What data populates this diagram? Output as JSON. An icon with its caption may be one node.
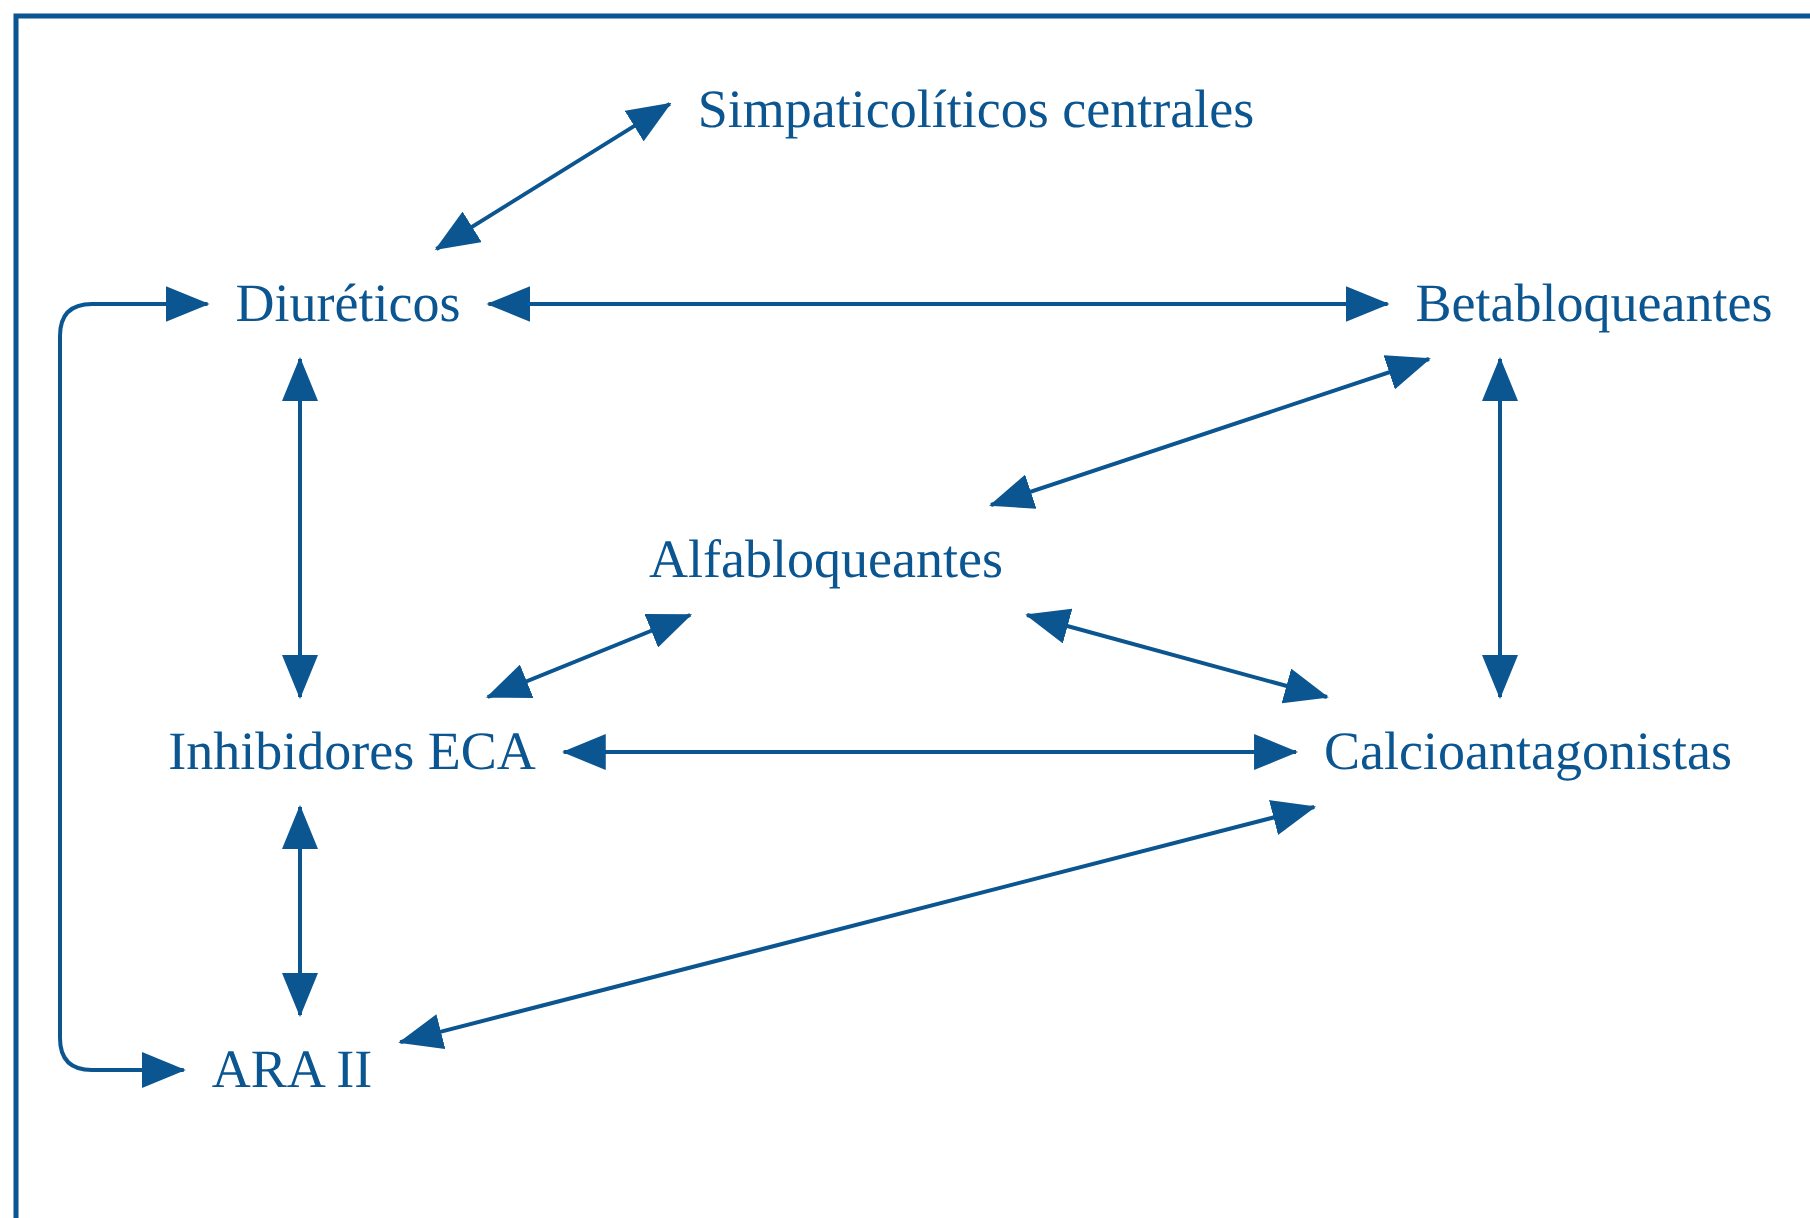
{
  "diagram": {
    "nodes": [
      {
        "text": [
          "Simpaticolíticos centrales"
        ]
      },
      {
        "text": [
          "Diuréticos"
        ]
      },
      {
        "text": [
          "Betabloqueantes"
        ]
      },
      {
        "text": [
          "Alfabloqueantes"
        ]
      },
      {
        "text": [
          "Inhibidores ECA"
        ]
      },
      {
        "text": [
          "Calcioantagonistas"
        ]
      },
      {
        "text": [
          "ARA II"
        ]
      }
    ],
    "edges": [
      {
        "from": 0,
        "to": 1,
        "arrow": "both"
      },
      {
        "from": 1,
        "to": 2,
        "arrow": "both"
      },
      {
        "from": 1,
        "to": 4,
        "arrow": "both"
      },
      {
        "from": 1,
        "to": 6,
        "arrow": "both"
      },
      {
        "from": 2,
        "to": 3,
        "arrow": "both"
      },
      {
        "from": 2,
        "to": 5,
        "arrow": "both"
      },
      {
        "from": 3,
        "to": 4,
        "arrow": "both"
      },
      {
        "from": 3,
        "to": 5,
        "arrow": "both"
      },
      {
        "from": 4,
        "to": 5,
        "arrow": "both"
      },
      {
        "from": 4,
        "to": 6,
        "arrow": "both"
      },
      {
        "from": 6,
        "to": 5,
        "arrow": "both"
      }
    ]
  }
}
